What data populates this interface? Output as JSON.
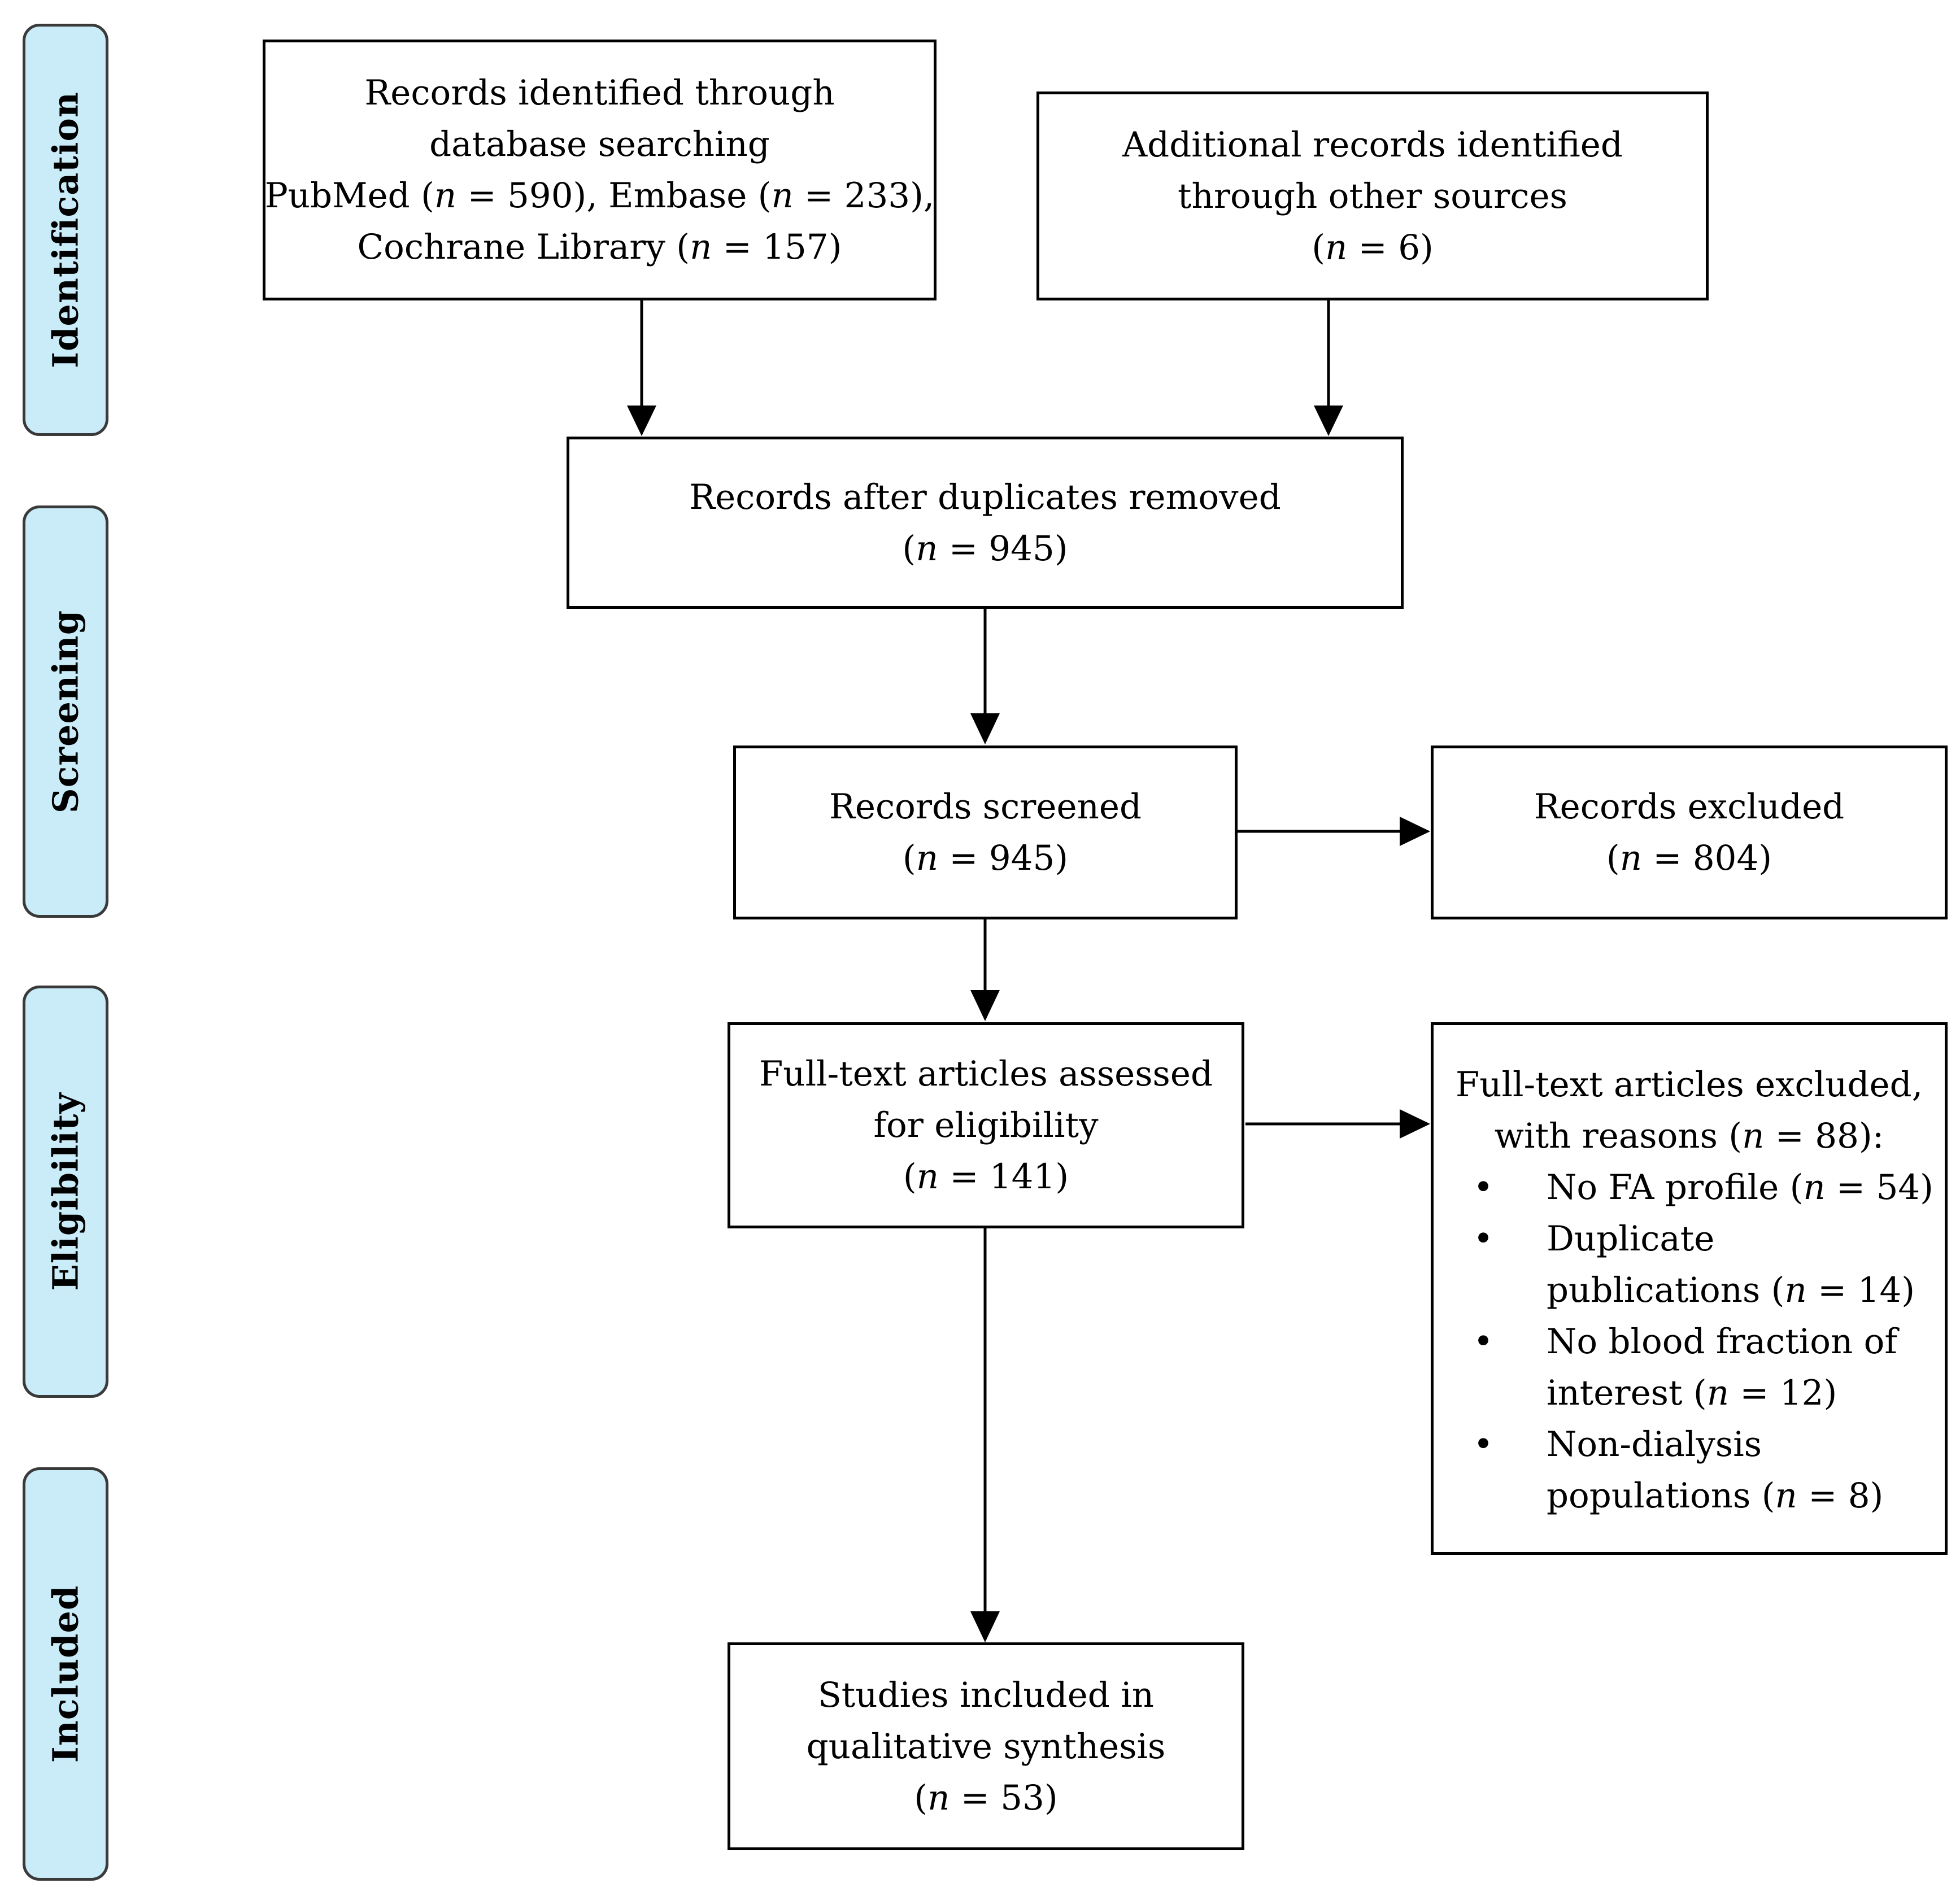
{
  "stages": {
    "identification": "Identification",
    "screening": "Screening",
    "eligibility": "Eligibility",
    "included": "Included"
  },
  "boxes": {
    "database_search": {
      "lines": [
        "Records identified through",
        "database searching",
        "PubMed (n = 590), Embase (n = 233),",
        "Cochrane Library (n = 157)"
      ]
    },
    "other_sources": {
      "lines": [
        "Additional records identified",
        "through other sources",
        "(n = 6)"
      ]
    },
    "after_duplicates": {
      "lines": [
        "Records after duplicates removed",
        "(n = 945)"
      ]
    },
    "screened": {
      "lines": [
        "Records screened",
        "(n = 945)"
      ]
    },
    "excluded": {
      "lines": [
        "Records excluded",
        "(n = 804)"
      ]
    },
    "full_text": {
      "lines": [
        "Full-text articles assessed",
        "for eligibility",
        "(n = 141)"
      ]
    },
    "full_text_excluded": {
      "lines": [
        "Full-text articles excluded,",
        "with reasons (n = 88):"
      ],
      "reasons": [
        {
          "bullet": "•",
          "lines": [
            "No FA profile (n = 54)"
          ]
        },
        {
          "bullet": "•",
          "lines": [
            "Duplicate",
            "publications (n = 14)"
          ]
        },
        {
          "bullet": "•",
          "lines": [
            "No blood fraction of",
            "interest (n = 12)"
          ]
        },
        {
          "bullet": "•",
          "lines": [
            "Non-dialysis",
            "populations (n = 8)"
          ]
        }
      ]
    },
    "included": {
      "lines": [
        "Studies included in",
        "qualitative synthesis",
        "(n = 53)"
      ]
    }
  }
}
